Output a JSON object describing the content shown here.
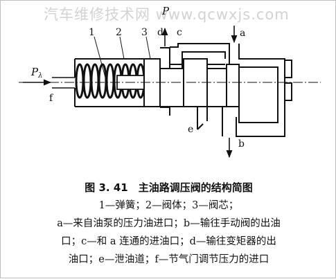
{
  "watermark": "汽车维修技术网 www.qcwxjs.com",
  "labels": {
    "part1": "1",
    "part2": "2",
    "part3": "3",
    "port_a": "a",
    "port_b": "b",
    "port_c": "c",
    "port_d": "d",
    "port_e": "e",
    "port_f": "f",
    "pressure_main": "P",
    "pressure_throttle": "P",
    "pressure_throttle_sub": "λ"
  },
  "caption": {
    "title": "图 3. 41　主油路调压阀的结构简图",
    "line1": "1—弹簧；2—阀体；3—阀芯；",
    "line2": "a—来自油泵的压力油进口；b—输往手动阀的出油",
    "line3": "口；c—和 a 连通的进油口；d—输往变矩器的出",
    "line4": "油口；e—泄油道；f—节气门调节压力的进口"
  }
}
